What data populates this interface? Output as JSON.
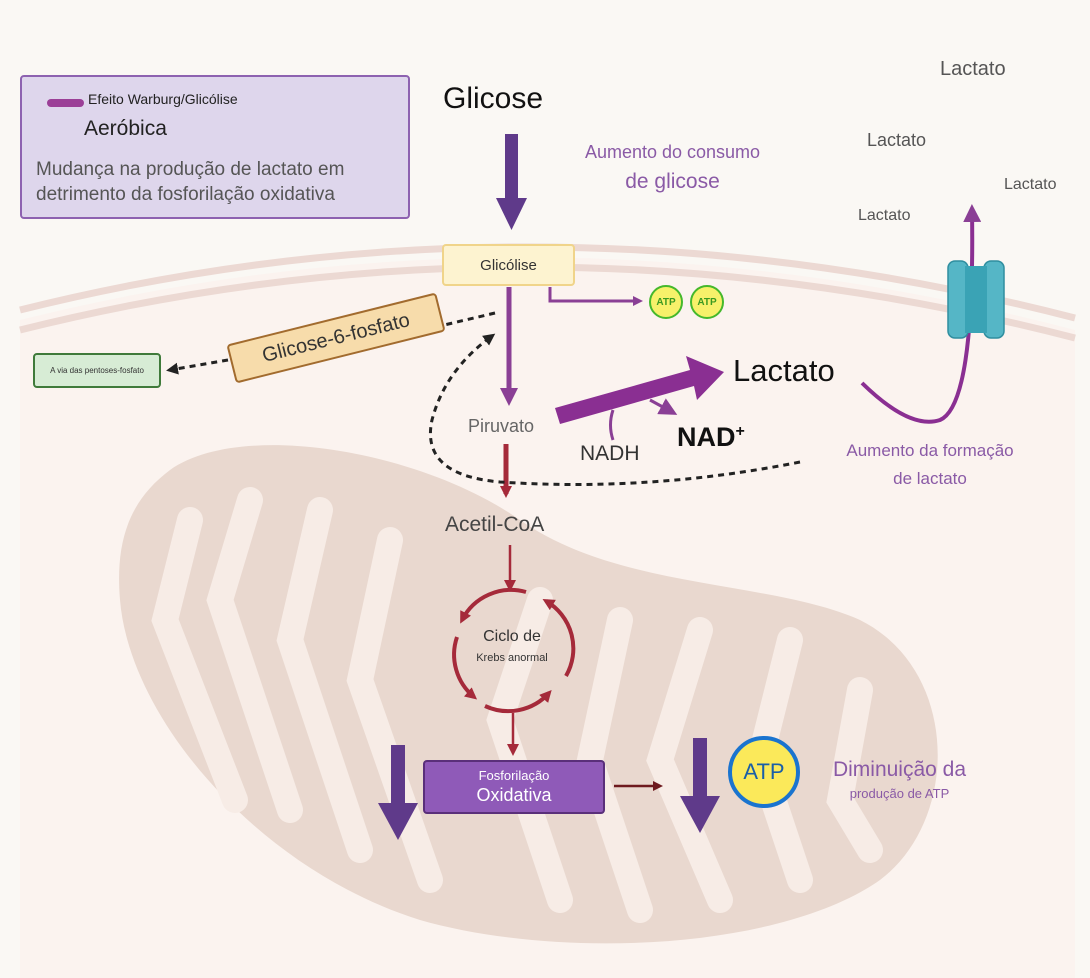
{
  "legend": {
    "swatch_label": "Efeito Warburg/Glicólise",
    "subtitle": "Aeróbica",
    "description": "Mudança na produção de lactato em detrimento da fosforilação oxidativa",
    "swatch_color": "#9b3f97"
  },
  "nodes": {
    "glicose": "Glicose",
    "glicolise": "Glicólise",
    "glicose_6_fosfato": "Glicose-6-fosfato",
    "via_pentoses": "A via das pentoses-fosfato",
    "piruvato": "Piruvato",
    "lactato": "Lactato",
    "nadh": "NADH",
    "nad": "NAD",
    "nad_sup": "+",
    "acetil_coa": "Acetil-CoA",
    "ciclo_line1": "Ciclo de",
    "ciclo_line2": "Krebs anormal",
    "oxphos_line1": "Fosforilação",
    "oxphos_line2": "Oxidativa",
    "atp_small": [
      "ATP",
      "ATP"
    ],
    "atp_big": "ATP"
  },
  "annotations": {
    "aumento_consumo_line1": "Aumento do consumo",
    "aumento_consumo_line2": "de glicose",
    "aumento_formacao_line1": "Aumento da formação",
    "aumento_formacao_line2": "de lactato",
    "diminuicao_line1": "Diminuição da",
    "diminuicao_line2": "produção de ATP"
  },
  "extracellular_lactate": [
    "Lactato",
    "Lactato",
    "Lactato",
    "Lactato"
  ],
  "colors": {
    "warburg_purple": "#9b3f97",
    "dark_purple_arrow": "#5f3a8a",
    "krebs_red": "#a52a3a",
    "annotation_purple": "#8a5aa6",
    "transporter_teal": "#4fb3c4",
    "membrane": "#ecd9d3",
    "mitochondrion": "#e9d8cf"
  }
}
